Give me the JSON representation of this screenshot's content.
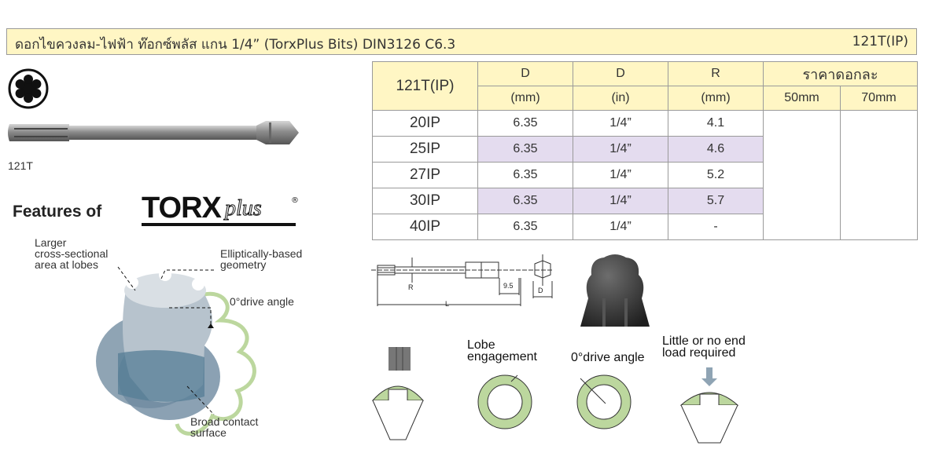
{
  "title": {
    "thai": "ดอกไขควงลม-ไฟฟ้า ท๊อกซ์พลัส แกน 1/4” (TorxPlus Bits) DIN3126 C6.3",
    "code": "121T(IP)"
  },
  "product_label": "121T",
  "features": {
    "label": "Features of",
    "brand_main": "TORX",
    "brand_script": "plus",
    "reg": "®",
    "annotations": {
      "lobes": "Larger\ncross-sectional\narea at lobes",
      "elliptic": "Elliptically-based\ngeometry",
      "drive_angle": "0°drive angle",
      "contact": "Broad contact\nsurface"
    }
  },
  "table": {
    "model_header": "121T(IP)",
    "columns": [
      {
        "name": "D",
        "unit": "(mm)"
      },
      {
        "name": "D",
        "unit": "(in)"
      },
      {
        "name": "R",
        "unit": "(mm)"
      }
    ],
    "price_header": "ราคาดอกละ",
    "price_cols": [
      "50mm",
      "70mm"
    ],
    "rows": [
      {
        "model": "20IP",
        "d_mm": "6.35",
        "d_in": "1/4”",
        "r_mm": "4.1"
      },
      {
        "model": "25IP",
        "d_mm": "6.35",
        "d_in": "1/4”",
        "r_mm": "4.6"
      },
      {
        "model": "27IP",
        "d_mm": "6.35",
        "d_in": "1/4”",
        "r_mm": "5.2"
      },
      {
        "model": "30IP",
        "d_mm": "6.35",
        "d_in": "1/4”",
        "r_mm": "5.7"
      },
      {
        "model": "40IP",
        "d_mm": "6.35",
        "d_in": "1/4”",
        "r_mm": "-"
      }
    ]
  },
  "drawing": {
    "r": "R",
    "len": "9.5",
    "d": "D",
    "l": "L"
  },
  "bottom_labels": {
    "lobe": "Lobe\nengagement",
    "angle": "0°drive angle",
    "load": "Little or no end\nload required"
  },
  "colors": {
    "header_bg": "#fff6c4",
    "alt_row": "#e4dcef",
    "ring": "#bcd79e"
  }
}
